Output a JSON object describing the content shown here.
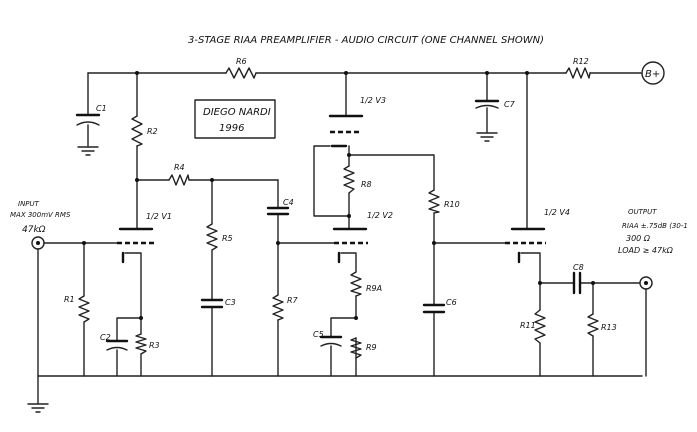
{
  "title": "3-STAGE RIAA PREAMPLIFIER - AUDIO CIRCUIT (ONE CHANNEL SHOWN)",
  "author": {
    "name": "DIEGO NARDI",
    "year": "1996"
  },
  "input": {
    "label": "INPUT",
    "max": "MAX 300mV RMS",
    "impedance": "47kΩ"
  },
  "output": {
    "label": "OUTPUT",
    "riaa": "RIAA ±.75dB (30-1",
    "impedance": "300 Ω",
    "load": "LOAD ≥ 47kΩ"
  },
  "supply": "B+",
  "tubes": {
    "v1": "1/2 V1",
    "v2": "1/2 V2",
    "v3": "1/2 V3",
    "v4": "1/2 V4"
  },
  "resistors": {
    "r1": "R1",
    "r2": "R2",
    "r3": "R3",
    "r4": "R4",
    "r5": "R5",
    "r6": "R6",
    "r7": "R7",
    "r8": "R8",
    "r9": "R9",
    "r9a": "R9A",
    "r10": "R10",
    "r11": "R11",
    "r12": "R12",
    "r13": "R13"
  },
  "capacitors": {
    "c1": "C1",
    "c2": "C2",
    "c3": "C3",
    "c4": "C4",
    "c5": "C5",
    "c6": "C6",
    "c7": "C7",
    "c8": "C8"
  }
}
